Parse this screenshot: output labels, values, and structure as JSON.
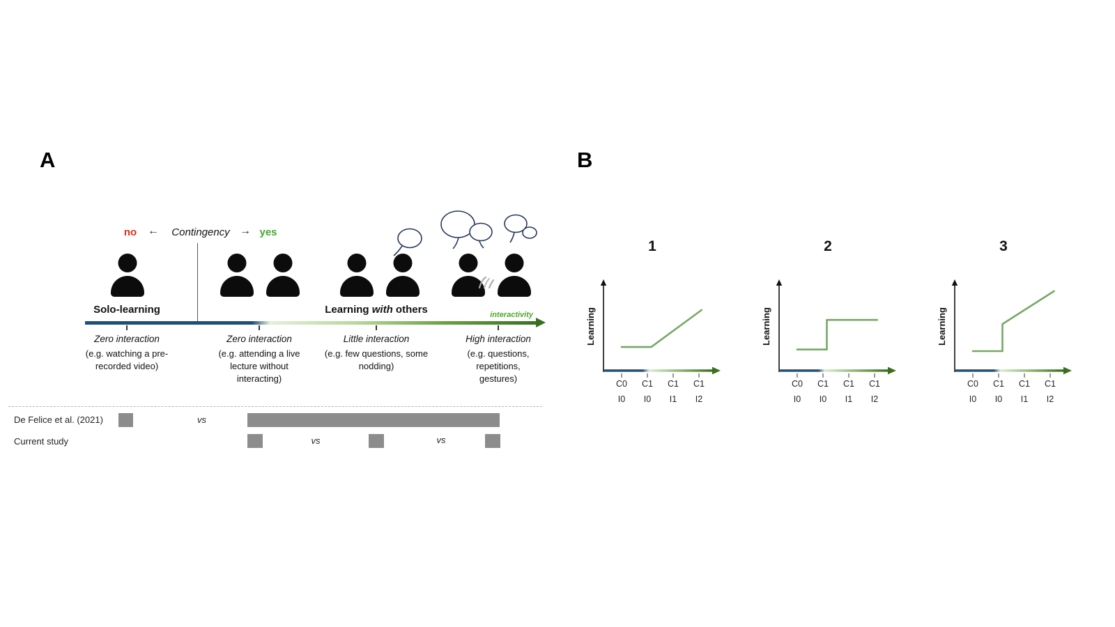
{
  "panel_a": {
    "label": "A",
    "contingency": {
      "no_label": "no",
      "arrow_left": "←",
      "title": "Contingency",
      "arrow_right": "→",
      "yes_label": "yes"
    },
    "solo_learning_label": "Solo-learning",
    "learning_with_others": {
      "pre": "Learning ",
      "emphasis": "with",
      "post": " others"
    },
    "interactivity_label": "interactivity",
    "spectrum_ticks": [
      {
        "title": "Zero interaction",
        "example_lines": [
          "(e.g. watching a pre-",
          "recorded video)"
        ]
      },
      {
        "title": "Zero interaction",
        "example_lines": [
          "(e.g. attending a live",
          "lecture without",
          "interacting)"
        ]
      },
      {
        "title": "Little interaction",
        "example_lines": [
          "(e.g. few questions, some",
          "nodding)"
        ]
      },
      {
        "title": "High interaction",
        "example_lines": [
          "(e.g. questions,",
          "repetitions,",
          "gestures)"
        ]
      }
    ],
    "comparisons": {
      "row1_label": "De Felice et al. (2021)",
      "row2_label": "Current study",
      "vs": "vs"
    }
  },
  "panel_b": {
    "label": "B"
  },
  "colors": {
    "no_red": "#e02d1e",
    "yes_green": "#43a72f",
    "interactivity_green": "#4ea72e",
    "axis_blue": "#1f4e79",
    "axis_green_dark": "#39701f",
    "hypothesis_line_green": "#76a865",
    "comparison_gray": "#8c8c8c"
  },
  "chart_data": [
    {
      "type": "line",
      "title": "1",
      "ylabel": "Learning",
      "xlabel_rows": [
        [
          "C0",
          "C1",
          "C1",
          "C1"
        ],
        [
          "I0",
          "I0",
          "I1",
          "I2"
        ]
      ],
      "x_conditions": [
        "C0 I0",
        "C1 I0",
        "C1 I1",
        "C1 I2"
      ],
      "points": [
        [
          0,
          0.27
        ],
        [
          1.15,
          0.27
        ],
        [
          3.1,
          0.72
        ]
      ],
      "shape": "flat then gradual linear increase",
      "xlim": [
        0,
        3.4
      ],
      "ylim": [
        0,
        1
      ],
      "grid": false,
      "legend": false
    },
    {
      "type": "line",
      "title": "2",
      "ylabel": "Learning",
      "xlabel_rows": [
        [
          "C0",
          "C1",
          "C1",
          "C1"
        ],
        [
          "I0",
          "I0",
          "I1",
          "I2"
        ]
      ],
      "x_conditions": [
        "C0 I0",
        "C1 I0",
        "C1 I1",
        "C1 I2"
      ],
      "points": [
        [
          0,
          0.24
        ],
        [
          1.15,
          0.24
        ],
        [
          1.15,
          0.6
        ],
        [
          3.1,
          0.6
        ]
      ],
      "shape": "flat, step up at contingency, then flat",
      "xlim": [
        0,
        3.4
      ],
      "ylim": [
        0,
        1
      ],
      "grid": false,
      "legend": false
    },
    {
      "type": "line",
      "title": "3",
      "ylabel": "Learning",
      "xlabel_rows": [
        [
          "C0",
          "C1",
          "C1",
          "C1"
        ],
        [
          "I0",
          "I0",
          "I1",
          "I2"
        ]
      ],
      "x_conditions": [
        "C0 I0",
        "C1 I0",
        "C1 I1",
        "C1 I2"
      ],
      "points": [
        [
          0,
          0.22
        ],
        [
          1.15,
          0.22
        ],
        [
          1.15,
          0.55
        ],
        [
          3.15,
          0.95
        ]
      ],
      "shape": "flat, step up at contingency, then continued increase",
      "xlim": [
        0,
        3.4
      ],
      "ylim": [
        0,
        1
      ],
      "grid": false,
      "legend": false
    }
  ]
}
